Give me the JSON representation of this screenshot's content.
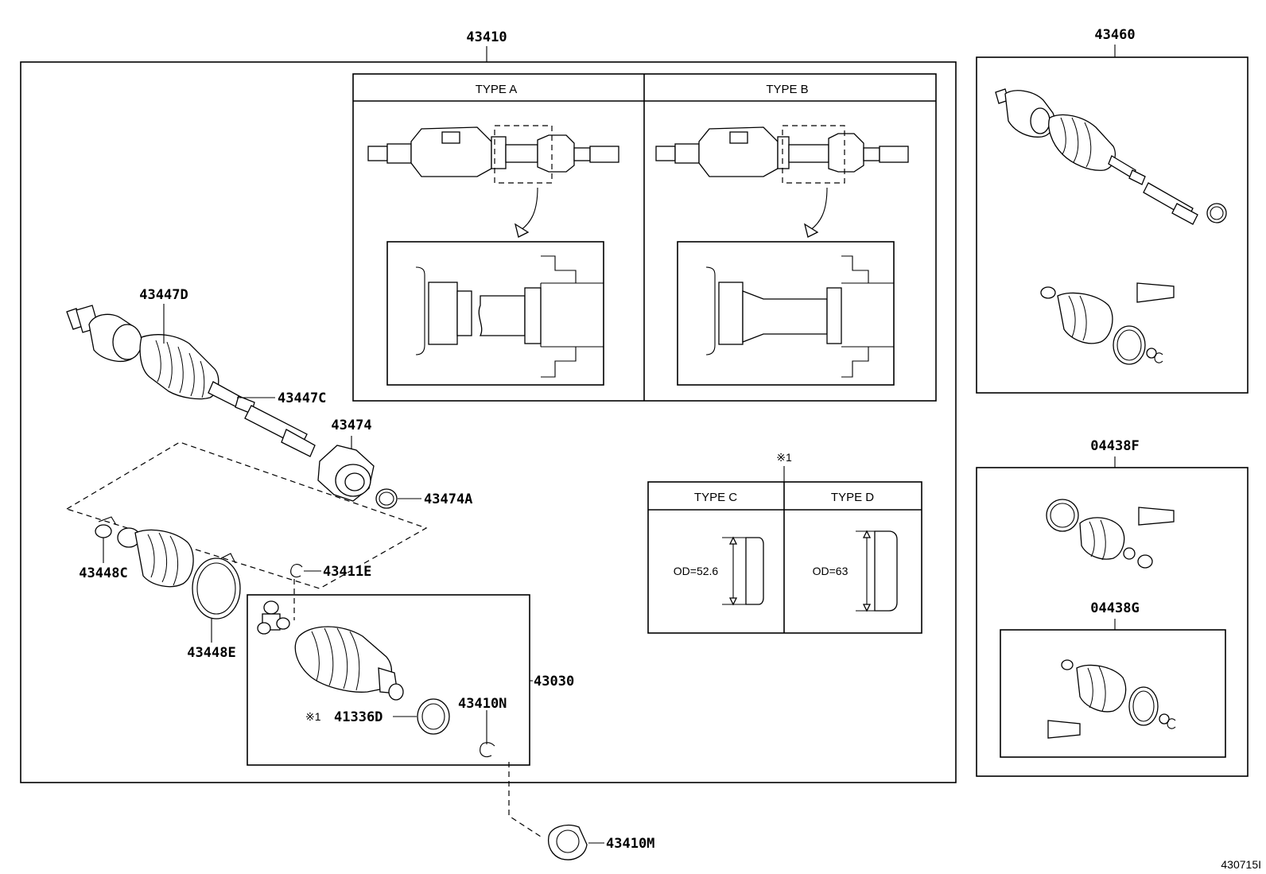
{
  "labels": {
    "p43410": "43410",
    "p43460": "43460",
    "p04438F": "04438F",
    "p04438G": "04438G",
    "p43447D": "43447D",
    "p43447C": "43447C",
    "p43474": "43474",
    "p43474A": "43474A",
    "p43448C": "43448C",
    "p43448E": "43448E",
    "p43411E": "43411E",
    "p43030": "43030",
    "p41336D": "41336D",
    "p41336D_mark": "※1",
    "p43410N": "43410N",
    "p43410M": "43410M",
    "type_mark": "※1"
  },
  "types": {
    "a": "TYPE A",
    "b": "TYPE B",
    "c": "TYPE C",
    "d": "TYPE D",
    "od_c": "OD=52.6",
    "od_d": "OD=63"
  },
  "figure_ref": "430715I"
}
